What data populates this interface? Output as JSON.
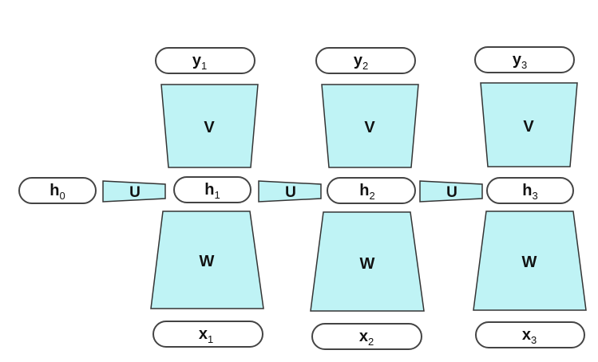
{
  "diagram": {
    "hidden": [
      {
        "main": "h",
        "sub": "0"
      },
      {
        "main": "h",
        "sub": "1"
      },
      {
        "main": "h",
        "sub": "2"
      },
      {
        "main": "h",
        "sub": "3"
      }
    ],
    "outputs": [
      {
        "main": "y",
        "sub": "1"
      },
      {
        "main": "y",
        "sub": "2"
      },
      {
        "main": "y",
        "sub": "3"
      }
    ],
    "inputs": [
      {
        "main": "x",
        "sub": "1"
      },
      {
        "main": "x",
        "sub": "2"
      },
      {
        "main": "x",
        "sub": "3"
      }
    ],
    "recurrent_label": "U",
    "output_weight_label": "V",
    "input_weight_label": "W"
  },
  "colors": {
    "weight_fill": "#bff3f5",
    "box_stroke": "#444444"
  }
}
